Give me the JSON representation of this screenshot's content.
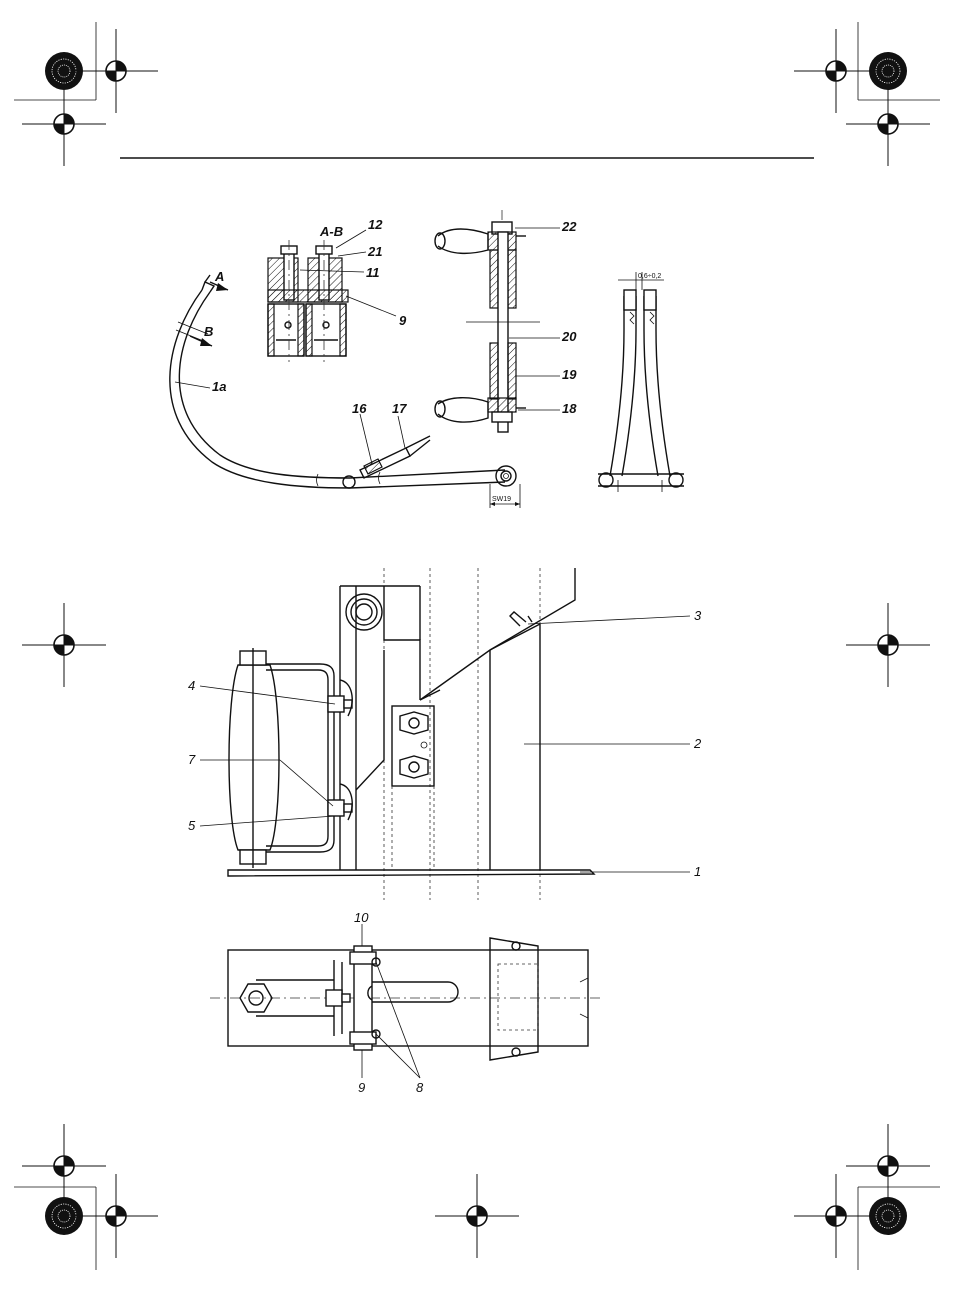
{
  "figure_top": {
    "section_title": "A-B",
    "section_marks": [
      "A",
      "B"
    ],
    "callouts": [
      "12",
      "21",
      "11",
      "9",
      "22",
      "20",
      "19",
      "18",
      "16",
      "17",
      "1a"
    ],
    "wrench_size": "SW19",
    "gap_dimension": "0,6÷0,2"
  },
  "figure_bottom": {
    "callouts_side": [
      "3",
      "2",
      "1"
    ],
    "callouts_left": [
      "4",
      "7",
      "5"
    ],
    "callouts_plan": [
      "10",
      "9",
      "8"
    ]
  },
  "colors": {
    "ink": "#111111",
    "paper": "#ffffff"
  }
}
